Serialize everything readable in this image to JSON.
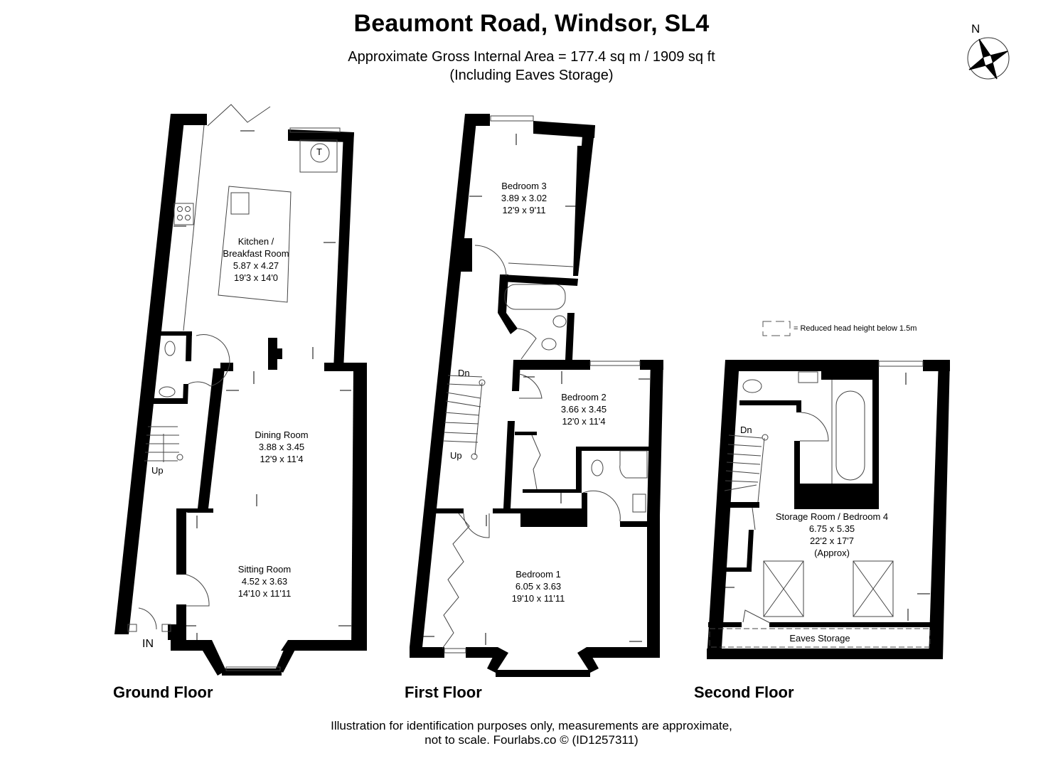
{
  "header": {
    "title": "Beaumont Road, Windsor, SL4",
    "area": "Approximate Gross Internal Area = 177.4 sq m / 1909 sq ft",
    "note": "(Including Eaves Storage)"
  },
  "compass": {
    "icon": "north-compass-icon",
    "label": "N"
  },
  "legend": {
    "text": "= Reduced head height below 1.5m"
  },
  "floors": {
    "ground": {
      "label": "Ground Floor",
      "rooms": [
        {
          "name": "Kitchen /",
          "name2": "Breakfast Room",
          "metric": "5.87 x 4.27",
          "imperial": "19'3 x 14'0"
        },
        {
          "name": "Dining Room",
          "metric": "3.88 x 3.45",
          "imperial": "12'9 x 11'4"
        },
        {
          "name": "Sitting Room",
          "metric": "4.52 x 3.63",
          "imperial": "14'10 x 11'11"
        }
      ],
      "stairs_label": "Up",
      "entrance_label": "IN",
      "boiler_label": "T"
    },
    "first": {
      "label": "First Floor",
      "rooms": [
        {
          "name": "Bedroom 3",
          "metric": "3.89 x 3.02",
          "imperial": "12'9 x 9'11"
        },
        {
          "name": "Bedroom 2",
          "metric": "3.66 x 3.45",
          "imperial": "12'0 x 11'4"
        },
        {
          "name": "Bedroom 1",
          "metric": "6.05 x 3.63",
          "imperial": "19'10 x 11'11"
        }
      ],
      "stairs_down": "Dn",
      "stairs_up": "Up"
    },
    "second": {
      "label": "Second Floor",
      "rooms": [
        {
          "name": "Storage Room / Bedroom 4",
          "metric": "6.75 x 5.35",
          "imperial": "22'2 x 17'7",
          "note": "(Approx)"
        },
        {
          "name": "Eaves Storage"
        }
      ],
      "stairs_down": "Dn"
    }
  },
  "footer": {
    "line1": "Illustration for identification purposes only, measurements are approximate,",
    "line2": "not to scale. Fourlabs.co © (ID1257311)"
  },
  "colors": {
    "wall": "#000000",
    "background": "#ffffff",
    "line": "#444444"
  }
}
